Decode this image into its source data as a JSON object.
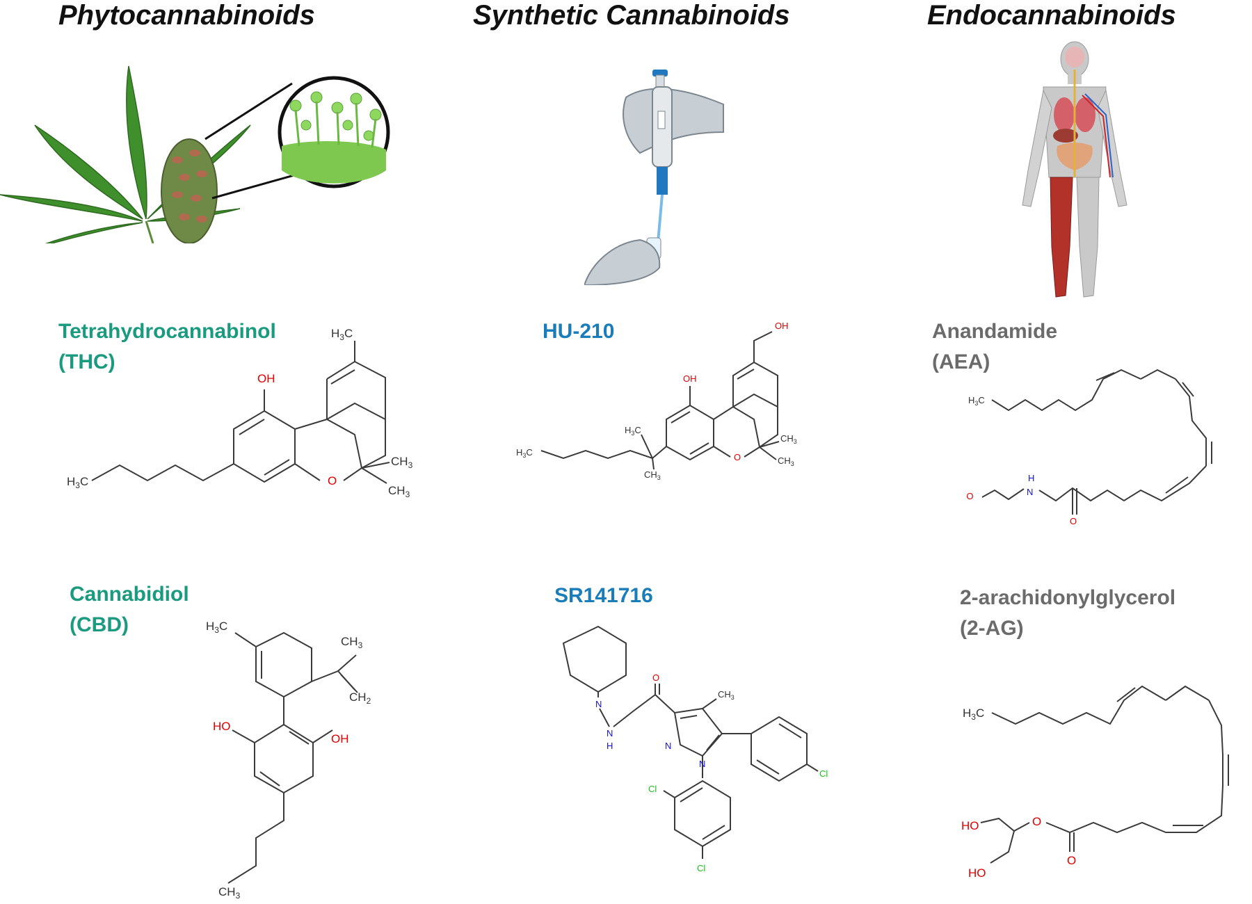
{
  "columns": {
    "phyto": "Phytocannabinoids",
    "synthetic": "Synthetic Cannabinoids",
    "endo": "Endocannabinoids"
  },
  "compounds": {
    "thc": {
      "line1": "Tetrahydrocannabinol",
      "line2": "(THC)"
    },
    "cbd": {
      "line1": "Cannabidiol",
      "line2": "(CBD)"
    },
    "hu210": {
      "line1": "HU-210"
    },
    "sr": {
      "line1": "SR141716"
    },
    "aea": {
      "line1": "Anandamide",
      "line2": "(AEA)"
    },
    "ag": {
      "line1": "2-arachidonylglycerol",
      "line2": "(2-AG)"
    }
  },
  "atoms": {
    "oh": "OH",
    "ho": "HO",
    "o": "O",
    "n": "N",
    "h": "H",
    "cl": "Cl",
    "ch3": "CH",
    "h3c": "H",
    "ch2": "CH",
    "sub3": "3",
    "sub2": "2",
    "c": "C"
  },
  "icons": [
    "cannabis-leaf-icon",
    "cannabis-bud-icon",
    "trichome-magnifier-icon",
    "pipette-hands-icon",
    "human-body-icon"
  ],
  "colors": {
    "phyto": "#1a9a7e",
    "synthetic": "#1a7dba",
    "endo": "#6b6b6b",
    "oxygen": "#e00000",
    "nitrogen": "#1010e0",
    "chlorine": "#19c019"
  }
}
